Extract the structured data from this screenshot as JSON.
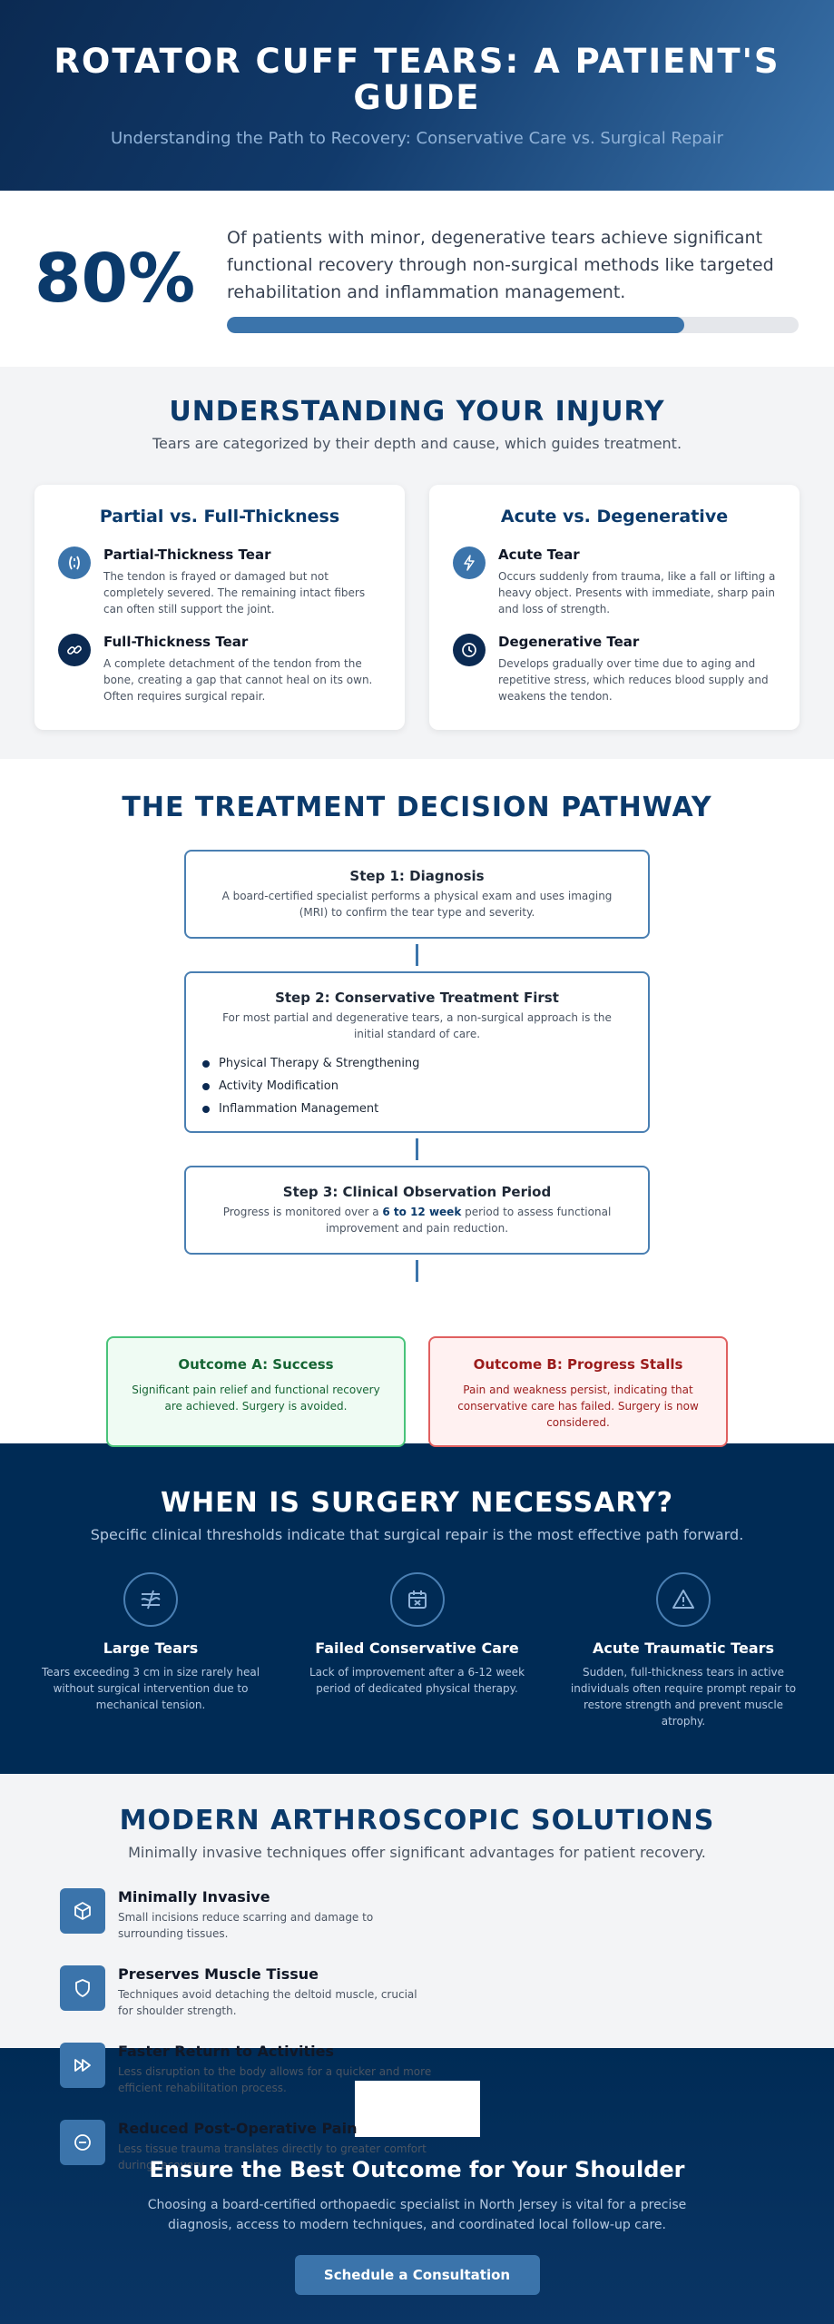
{
  "hero": {
    "title": "ROTATOR CUFF TEARS: A PATIENT'S GUIDE",
    "subtitle": "Understanding the Path to Recovery: Conservative Care vs. Surgical Repair"
  },
  "stat": {
    "value": "80%",
    "text": "Of patients with minor, degenerative tears achieve significant functional recovery through non-surgical methods like targeted rehabilitation and inflammation management.",
    "progress_percent": 80
  },
  "understanding": {
    "title": "UNDERSTANDING YOUR INJURY",
    "subtitle": "Tears are categorized by their depth and cause, which guides treatment.",
    "cards": [
      {
        "title": "Partial vs. Full-Thickness",
        "items": [
          {
            "icon": "partial-tear-icon",
            "title": "Partial-Thickness Tear",
            "text": "The tendon is frayed or damaged but not completely severed. The remaining intact fibers can often still support the joint."
          },
          {
            "icon": "link-icon",
            "title": "Full-Thickness Tear",
            "text": "A complete detachment of the tendon from the bone, creating a gap that cannot heal on its own. Often requires surgical repair."
          }
        ]
      },
      {
        "title": "Acute vs. Degenerative",
        "items": [
          {
            "icon": "lightning-icon",
            "title": "Acute Tear",
            "text": "Occurs suddenly from trauma, like a fall or lifting a heavy object. Presents with immediate, sharp pain and loss of strength."
          },
          {
            "icon": "clock-icon",
            "title": "Degenerative Tear",
            "text": "Develops gradually over time due to aging and repetitive stress, which reduces blood supply and weakens the tendon."
          }
        ]
      }
    ]
  },
  "pathway": {
    "title": "THE TREATMENT DECISION PATHWAY",
    "step1": {
      "title": "Step 1: Diagnosis",
      "text": "A board-certified specialist performs a physical exam and uses imaging (MRI) to confirm the tear type and severity."
    },
    "step2": {
      "title": "Step 2: Conservative Treatment First",
      "text": "For most partial and degenerative tears, a non-surgical approach is the initial standard of care.",
      "bullets": [
        "Physical Therapy & Strengthening",
        "Activity Modification",
        "Inflammation Management"
      ]
    },
    "step3": {
      "title": "Step 3: Clinical Observation Period",
      "text_before": "Progress is monitored over a ",
      "highlight": "6 to 12 week",
      "text_after": " period to assess functional improvement and pain reduction."
    },
    "outcome_a": {
      "title": "Outcome A: Success",
      "text": "Significant pain relief and functional recovery are achieved. Surgery is avoided."
    },
    "outcome_b": {
      "title": "Outcome B: Progress Stalls",
      "text": "Pain and weakness persist, indicating that conservative care has failed. Surgery is now considered."
    }
  },
  "surgery": {
    "title": "WHEN IS SURGERY NECESSARY?",
    "subtitle": "Specific clinical thresholds indicate that surgical repair is the most effective path forward.",
    "criteria": [
      {
        "icon": "large-tear-icon",
        "title": "Large Tears",
        "text": "Tears exceeding 3 cm in size rarely heal without surgical intervention due to mechanical tension."
      },
      {
        "icon": "calendar-x-icon",
        "title": "Failed Conservative Care",
        "text": "Lack of improvement after a 6-12 week period of dedicated physical therapy."
      },
      {
        "icon": "warning-icon",
        "title": "Acute Traumatic Tears",
        "text": "Sudden, full-thickness tears in active individuals often require prompt repair to restore strength and prevent muscle atrophy."
      }
    ]
  },
  "modern": {
    "title": "MODERN ARTHROSCOPIC SOLUTIONS",
    "subtitle": "Minimally invasive techniques offer significant advantages for patient recovery.",
    "features": [
      {
        "icon": "cube-icon",
        "title": "Minimally Invasive",
        "text": "Small incisions reduce scarring and damage to surrounding tissues."
      },
      {
        "icon": "shield-icon",
        "title": "Preserves Muscle Tissue",
        "text": "Techniques avoid detaching the deltoid muscle, crucial for shoulder strength."
      },
      {
        "icon": "fast-forward-icon",
        "title": "Faster Return to Activities",
        "text": "Less disruption to the body allows for a quicker and more efficient rehabilitation process."
      },
      {
        "icon": "minus-circle-icon",
        "title": "Reduced Post-Operative Pain",
        "text": "Less tissue trauma translates directly to greater comfort during recovery."
      }
    ]
  },
  "cta": {
    "title": "Ensure the Best Outcome for Your Shoulder",
    "text": "Choosing a board-certified orthopaedic specialist in North Jersey is vital for a precise diagnosis, access to modern techniques, and coordinated local follow-up care.",
    "button": "Schedule a Consultation"
  },
  "colors": {
    "navy": "#002b55",
    "accent": "#3b74ab",
    "success": "#49c37a",
    "danger": "#e06060"
  }
}
